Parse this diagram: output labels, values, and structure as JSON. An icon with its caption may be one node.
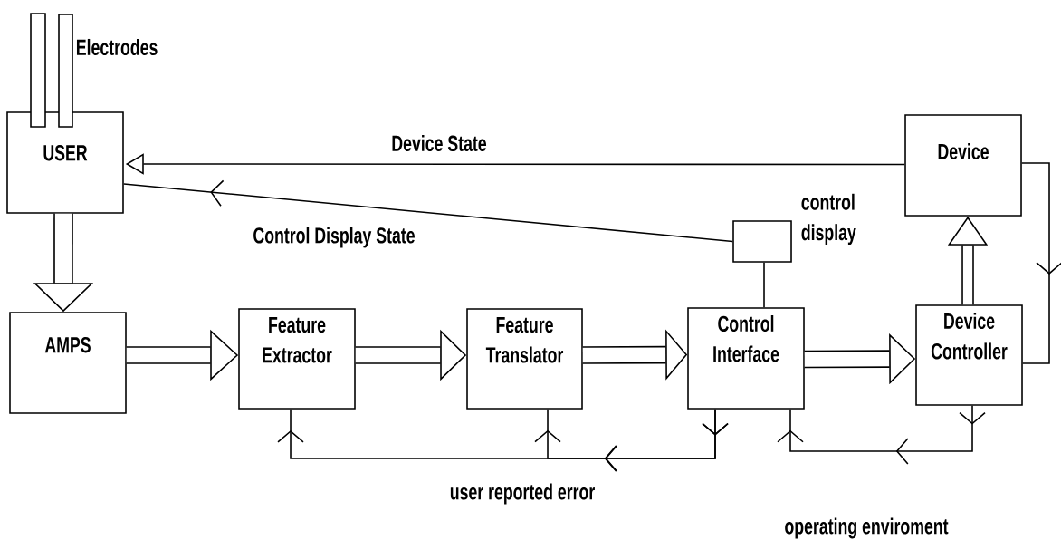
{
  "diagram": {
    "nodes": [
      {
        "text": [
          "USER"
        ]
      },
      {
        "text": [
          "AMPS"
        ]
      },
      {
        "text": [
          "Feature Extractor"
        ]
      },
      {
        "text": [
          "Feature Translator"
        ]
      },
      {
        "text": [
          "Control Interface"
        ]
      },
      {
        "text": [
          "Device Controller"
        ]
      },
      {
        "text": [
          "Device"
        ]
      },
      {
        "text": [],
        "shape": "box",
        "beside": [
          "control display"
        ]
      }
    ],
    "edges": [
      {
        "from": 6,
        "to": 0,
        "arrow": "to",
        "label": "Device State"
      },
      {
        "from": 7,
        "to": 0,
        "arrow": "to",
        "label": "Control Display State"
      },
      {
        "from": 0,
        "to": 1,
        "arrow": "to",
        "style": "thick"
      },
      {
        "from": 1,
        "to": 2,
        "arrow": "to",
        "style": "thick"
      },
      {
        "from": 2,
        "to": 3,
        "arrow": "to",
        "style": "thick"
      },
      {
        "from": 3,
        "to": 4,
        "arrow": "to",
        "style": "thick"
      },
      {
        "from": 4,
        "to": 5,
        "arrow": "to",
        "style": "thick"
      },
      {
        "from": 5,
        "to": 6,
        "arrow": "to",
        "style": "thick"
      },
      {
        "from": 4,
        "to": 7,
        "arrow": "none"
      },
      {
        "from": 6,
        "to": 5,
        "arrow": "to"
      },
      {
        "from": 4,
        "to": 3,
        "arrow": "to"
      },
      {
        "from": 4,
        "to": 2,
        "arrow": "to"
      },
      {
        "from": 5,
        "to": 4,
        "arrow": "to"
      }
    ],
    "labels": [
      "Electrodes",
      "user reported error",
      "operating enviroment"
    ]
  }
}
